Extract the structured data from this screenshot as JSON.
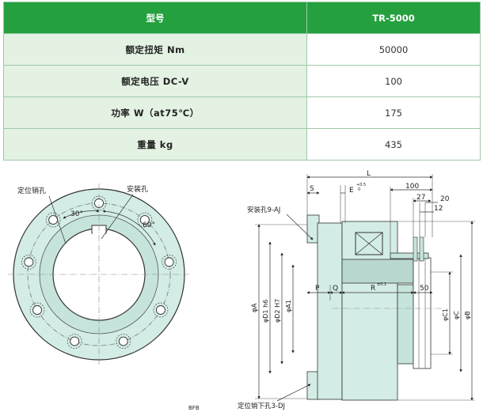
{
  "table": {
    "header": {
      "label": "型号",
      "value": "TR-5000"
    },
    "rows": [
      {
        "label": "额定扭矩 Nm",
        "value": "50000"
      },
      {
        "label": "额定电压 DC-V",
        "value": "100"
      },
      {
        "label": "功率 W（at75℃）",
        "value": "175"
      },
      {
        "label": "重量 kg",
        "value": "435"
      }
    ]
  },
  "front_view": {
    "pin_hole_label": "定位销孔",
    "mount_hole_label": "安装孔",
    "angle_a": "30°",
    "angle_b": "60°",
    "code": "BFB"
  },
  "side_view": {
    "dim_L": "L",
    "dim_S": "S",
    "dim_E": "E",
    "dim_E_tol_upper": "+0.5",
    "dim_E_tol_lower": "0",
    "dim_100": "100",
    "dim_27": "27",
    "dim_20": "20",
    "dim_12": "12",
    "mount_hole": "安装孔9-AJ",
    "dim_P": "P",
    "dim_Q": "Q",
    "dim_R": "R",
    "dim_R_tol": "±0.1",
    "dim_50": "50",
    "dim_A": "φA",
    "dim_D1": "φD1 h6",
    "dim_D2": "φD2 H7",
    "dim_A1": "φA1",
    "dim_C1": "φC1",
    "dim_C": "φC",
    "dim_B": "φB",
    "pin_hole_bottom": "定位销下孔3-DJ"
  },
  "colors": {
    "header_green": "#24a03f",
    "label_bg": "#e3f2e3",
    "part_fill": "#d3ece6",
    "part_dark": "#b8d8cf"
  }
}
